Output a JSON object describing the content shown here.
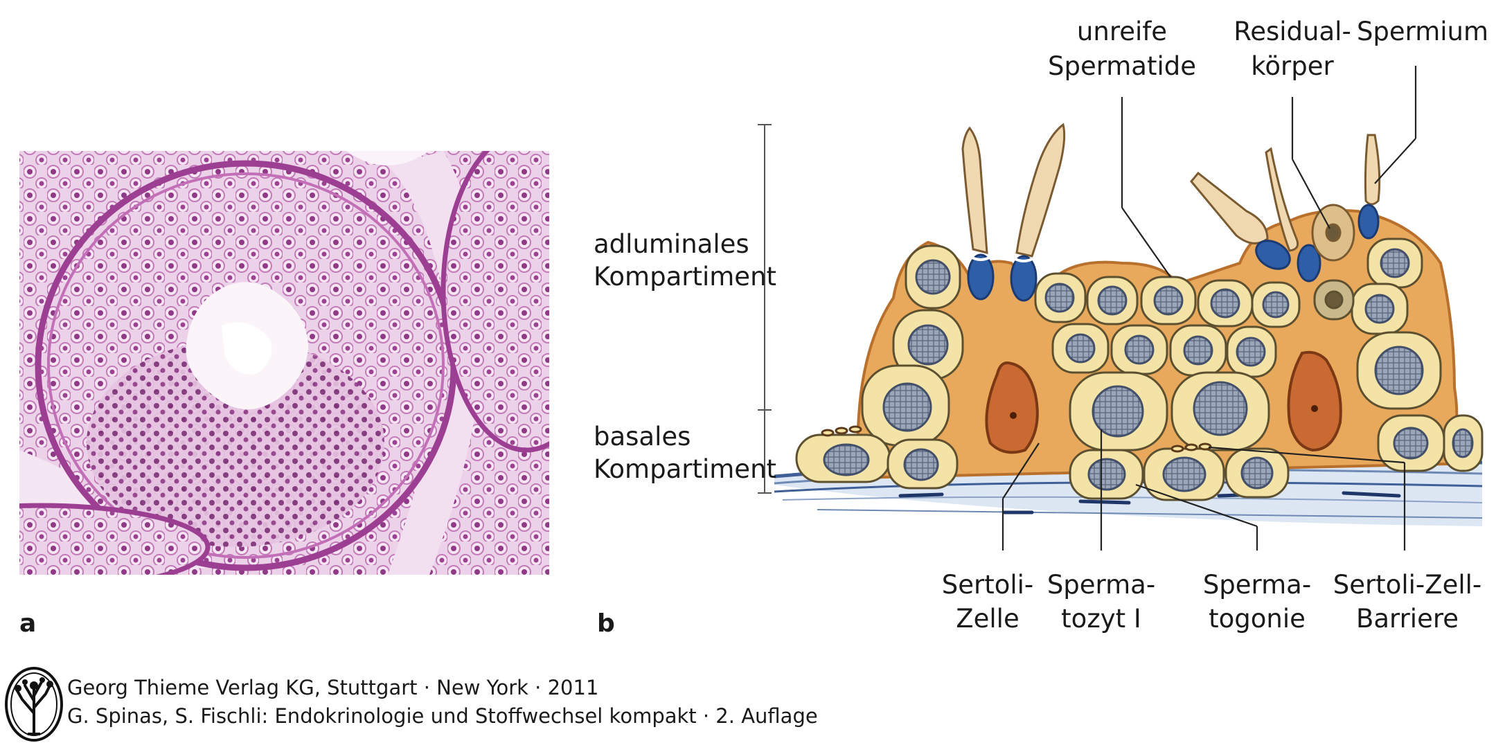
{
  "panels": [
    {
      "letter": "a"
    },
    {
      "letter": "b"
    }
  ],
  "labels": {
    "adluminal": [
      "adluminales",
      "Kompartiment"
    ],
    "basal": [
      "basales",
      "Kompartiment"
    ],
    "unreife_spermatide": [
      "unreife",
      "Spermatide"
    ],
    "residualkoerper": [
      "Residual-",
      "körper"
    ],
    "spermium": [
      "Spermium"
    ],
    "sertoli_zelle": [
      "Sertoli-",
      "Zelle"
    ],
    "spermatozyt": [
      "Sperma-",
      "tozyt I"
    ],
    "spermatogonie": [
      "Sperma-",
      "togonie"
    ],
    "sertoli_barriere": [
      "Sertoli-Zell-",
      "Barriere"
    ]
  },
  "credits": {
    "line1": "Georg Thieme Verlag KG, Stuttgart · New York · 2011",
    "line2": "G. Spinas, S. Fischli: Endokrinologie und Stoffwechsel kompakt · 2. Auflage"
  },
  "colors": {
    "histo_bg": "#e9c9e4",
    "histo_nucleus": "#8e3a87",
    "sertoli_cytoplasm": "#e9a95c",
    "germ_cell": "#f3e3a6",
    "germ_nucleus": "#8d9bb0",
    "sertoli_nucleus": "#c96a33",
    "basal_membrane": "#6f89b5",
    "acrosome": "#2f5ea8"
  }
}
